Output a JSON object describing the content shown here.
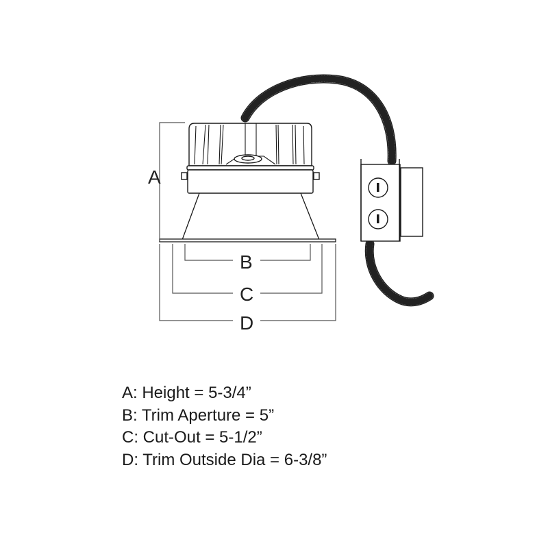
{
  "diagram": {
    "labels": {
      "a": "A",
      "b": "B",
      "c": "C",
      "d": "D"
    },
    "line_color": "#1a1a1a",
    "dim_color": "#555555"
  },
  "specs": [
    {
      "text": "A: Height =  5-3/4”"
    },
    {
      "text": "B: Trim Aperture = 5”"
    },
    {
      "text": "C: Cut-Out = 5-1/2”"
    },
    {
      "text": "D: Trim Outside Dia = 6-3/8”"
    }
  ]
}
